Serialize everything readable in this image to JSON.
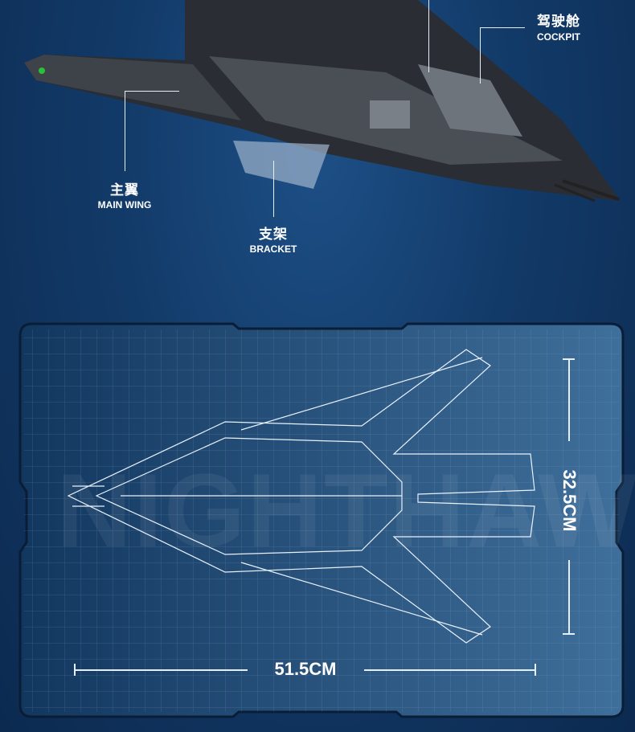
{
  "callouts": {
    "cockpit": {
      "cn": "驾驶舱",
      "en": "COCKPIT"
    },
    "main_wing": {
      "cn": "主翼",
      "en": "MAIN WING"
    },
    "bracket": {
      "cn": "支架",
      "en": "BRACKET"
    }
  },
  "blueprint": {
    "width_label": "51.5CM",
    "height_label": "32.5CM",
    "watermark": "NIGHTHAWK"
  },
  "colors": {
    "accent": "#ffffff",
    "panel": "#1a4677"
  }
}
